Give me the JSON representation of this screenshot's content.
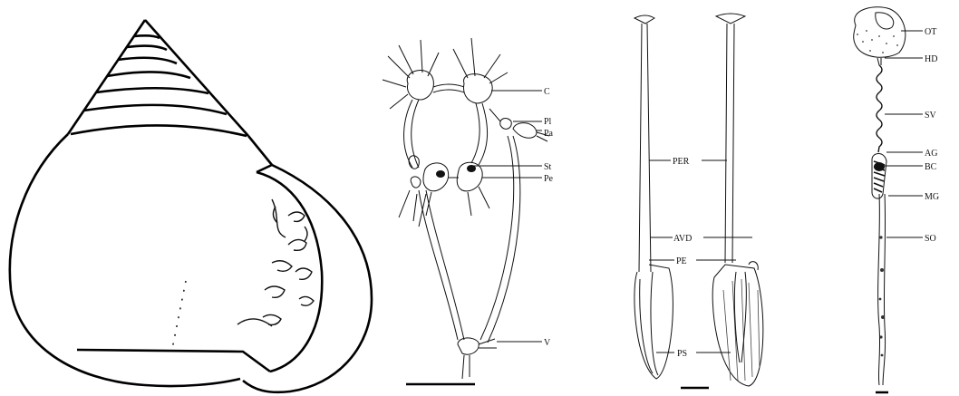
{
  "nervous_system": {
    "labels": [
      "C",
      "Pl",
      "Pa",
      "St",
      "Pe",
      "V"
    ]
  },
  "penis": {
    "labels": [
      "PER",
      "AVD",
      "PE",
      "PS"
    ]
  },
  "reproductive": {
    "labels": [
      "OT",
      "HD",
      "SV",
      "AG",
      "BC",
      "MG",
      "SO"
    ]
  },
  "colors": {
    "ink": "#111111",
    "background": "#ffffff"
  }
}
